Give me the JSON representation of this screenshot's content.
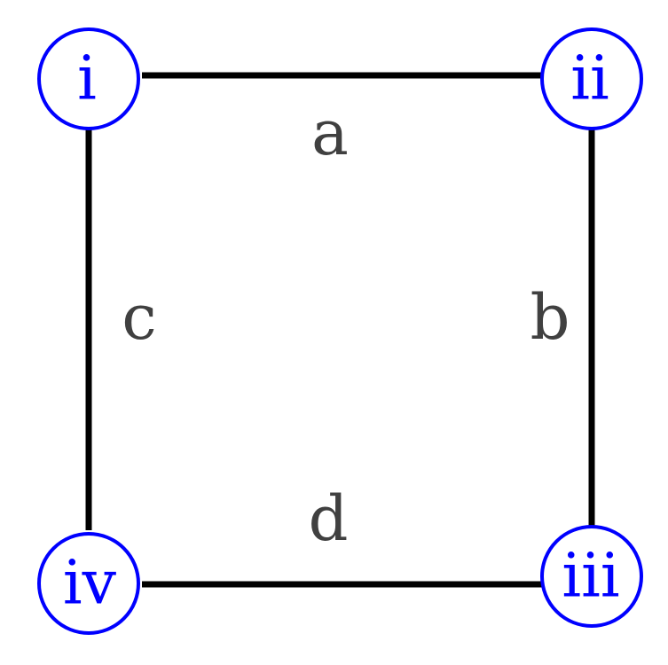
{
  "colors": {
    "node_stroke": "#0000ff",
    "node_text": "#0000ff",
    "edge_stroke": "#000000",
    "edge_label": "#404040",
    "background": "#ffffff"
  },
  "nodes": {
    "i": {
      "label": "i"
    },
    "ii": {
      "label": "ii"
    },
    "iii": {
      "label": "iii"
    },
    "iv": {
      "label": "iv"
    }
  },
  "edges": {
    "a": {
      "label": "a",
      "from": "i",
      "to": "ii"
    },
    "b": {
      "label": "b",
      "from": "ii",
      "to": "iii"
    },
    "c": {
      "label": "c",
      "from": "i",
      "to": "iv"
    },
    "d": {
      "label": "d",
      "from": "iv",
      "to": "iii"
    }
  }
}
